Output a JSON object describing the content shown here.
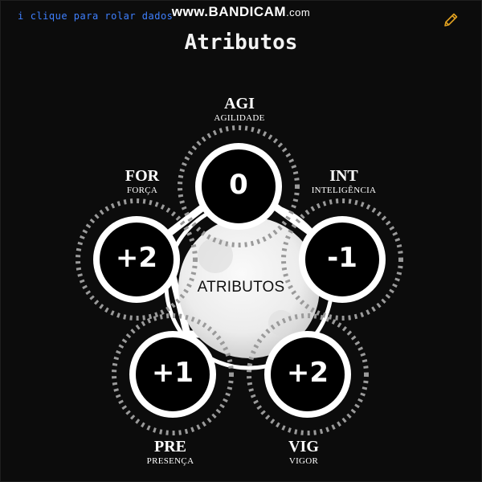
{
  "hint": "clique para rolar dados",
  "watermark": {
    "brand": "www.BANDICAM",
    "domain": ".com"
  },
  "title": "Atributos",
  "center_label": "ATRIBUTOS",
  "attributes": {
    "agi": {
      "abbr": "AGI",
      "name": "AGILIDADE",
      "value": "0"
    },
    "int": {
      "abbr": "INT",
      "name": "INTELIGÊNCIA",
      "value": "-1"
    },
    "vig": {
      "abbr": "VIG",
      "name": "VIGOR",
      "value": "+2"
    },
    "pre": {
      "abbr": "PRE",
      "name": "PRESENÇA",
      "value": "+1"
    },
    "for": {
      "abbr": "FOR",
      "name": "FORÇA",
      "value": "+2"
    }
  },
  "colors": {
    "background": "#0c0c0c",
    "hint": "#3f80ff",
    "edit_icon": "#e0a020",
    "circle_border": "#ffffff"
  },
  "icons": {
    "info": "info-icon",
    "edit": "pencil-icon"
  }
}
